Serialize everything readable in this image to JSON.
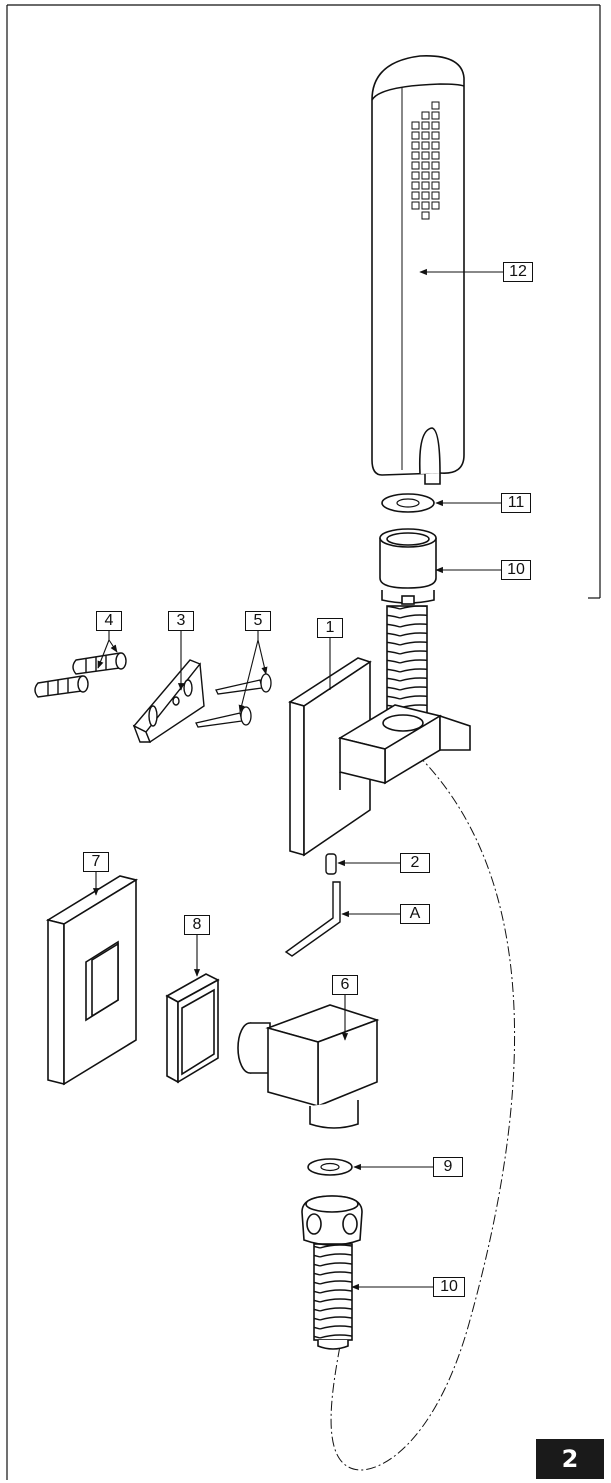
{
  "figure": {
    "number": "2",
    "callouts": {
      "handshower": "12",
      "washer_top": "11",
      "hose_nut_top": "10",
      "wall_plugs": "4",
      "bracket": "3",
      "screws": "5",
      "holder": "1",
      "grub_screw": "2",
      "allen_key": "A",
      "cover_plate": "7",
      "seal": "8",
      "water_outlet": "6",
      "washer_bottom": "9",
      "hose_nut_bottom": "10"
    }
  },
  "colors": {
    "line": "#111111",
    "badge_bg": "#1a1a1a",
    "badge_text": "#ffffff"
  }
}
